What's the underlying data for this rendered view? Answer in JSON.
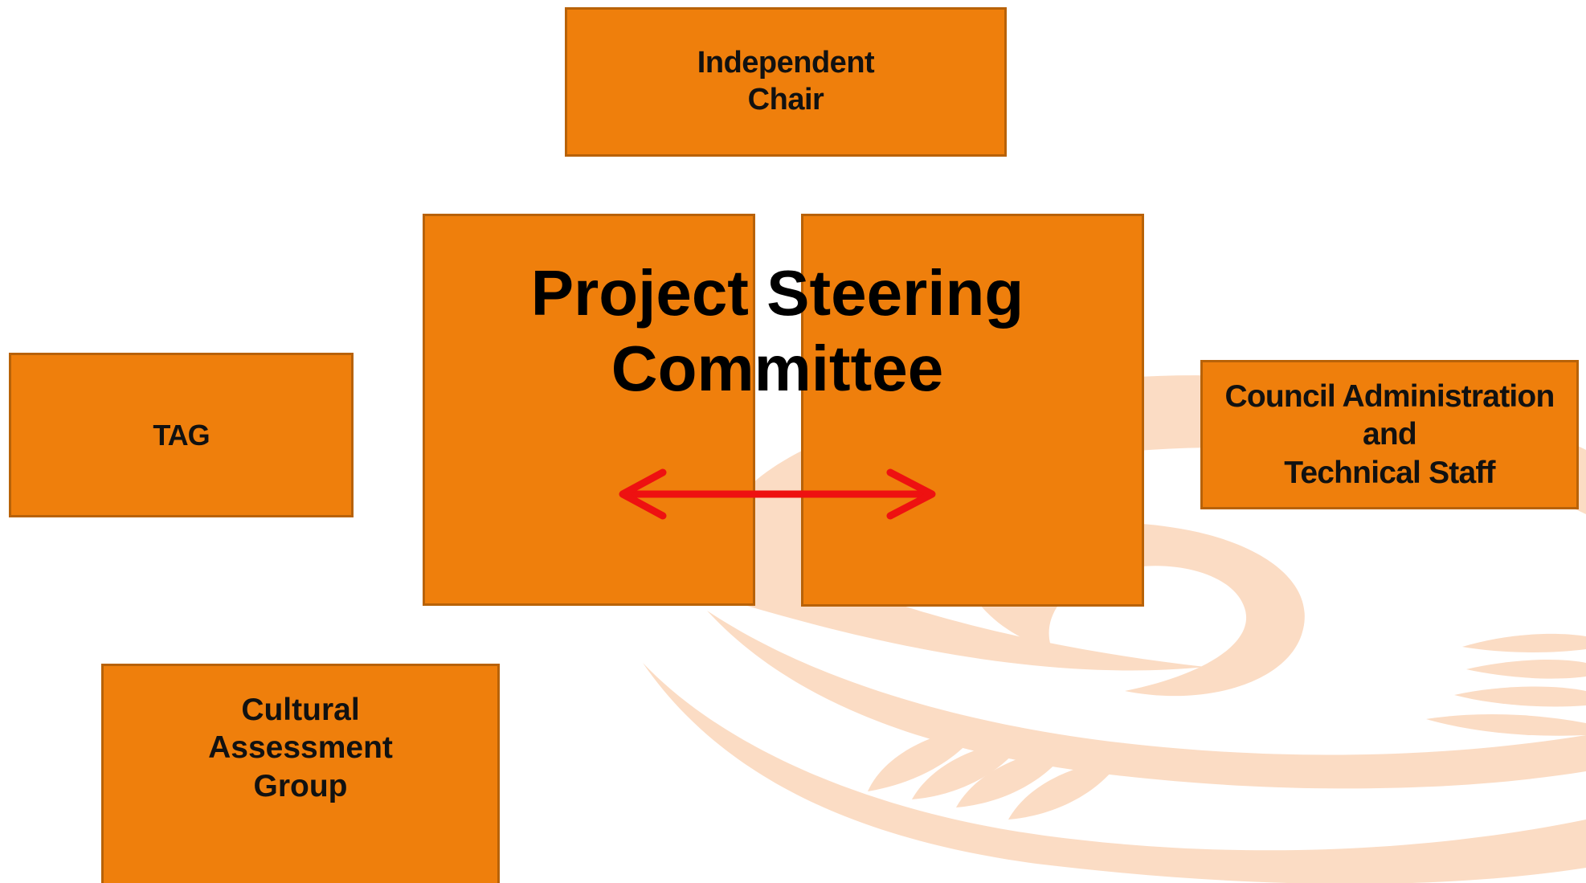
{
  "boxes": {
    "independent_chair": "Independent\nChair",
    "tag": "TAG",
    "council": "Council Administration\nand\nTechnical Staff",
    "cultural": "Cultural\nAssessment\nGroup"
  },
  "steering_committee": {
    "title": "Project Steering\nCommittee"
  },
  "colors": {
    "box_fill": "#ef7f0c",
    "box_border": "#b86208",
    "arrow": "#ee1111",
    "background_art": "#fbdcc4"
  },
  "icons": {
    "connector": "double-headed-arrow",
    "background": "koru-swirl"
  }
}
